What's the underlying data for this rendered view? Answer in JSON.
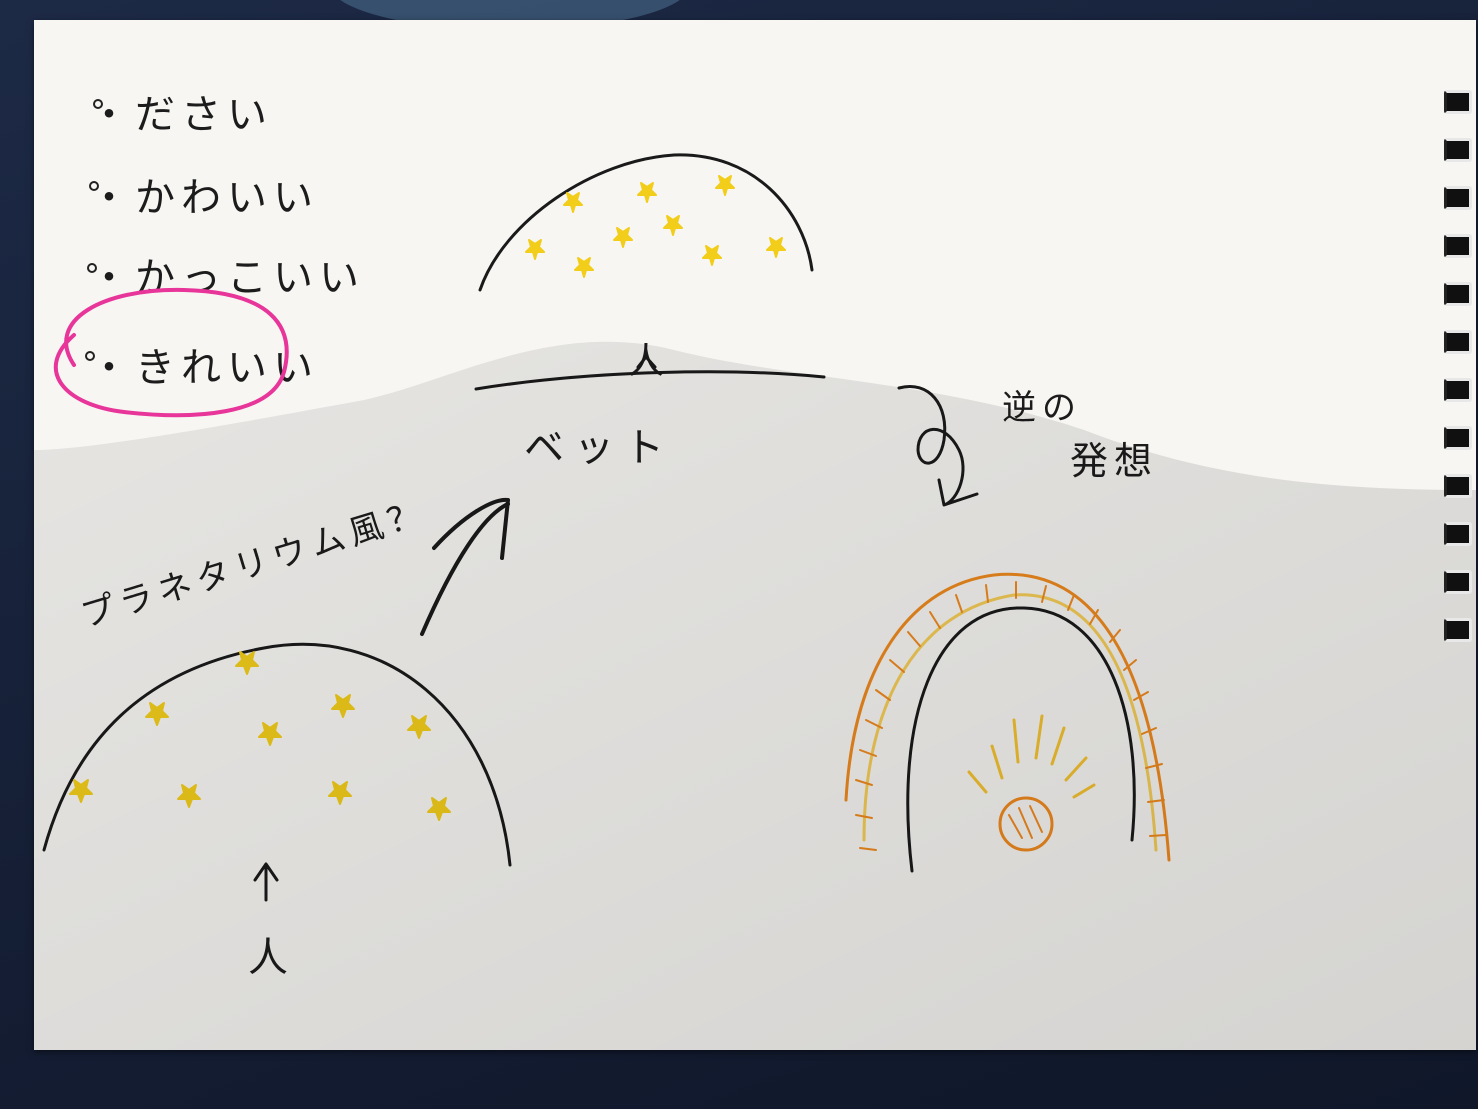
{
  "photo": {
    "subject": "sketchbook-page"
  },
  "notes": {
    "list_items": [
      "・ださい",
      "・かわいい",
      "・かっこいい",
      "・きれいい"
    ],
    "circled_index": 3,
    "highlight_color": "#e8359a"
  },
  "sketches": {
    "planetarium_label": "プラネタリウム風？",
    "person_label_1": "人",
    "person_label_2": "人",
    "bed_label": "ベット",
    "reverse_label_line1": "逆の",
    "reverse_label_line2": "発想",
    "star_color": "#f2cd1a",
    "warm_color": "#f08a1e",
    "ink_color": "#1a1a1a"
  }
}
